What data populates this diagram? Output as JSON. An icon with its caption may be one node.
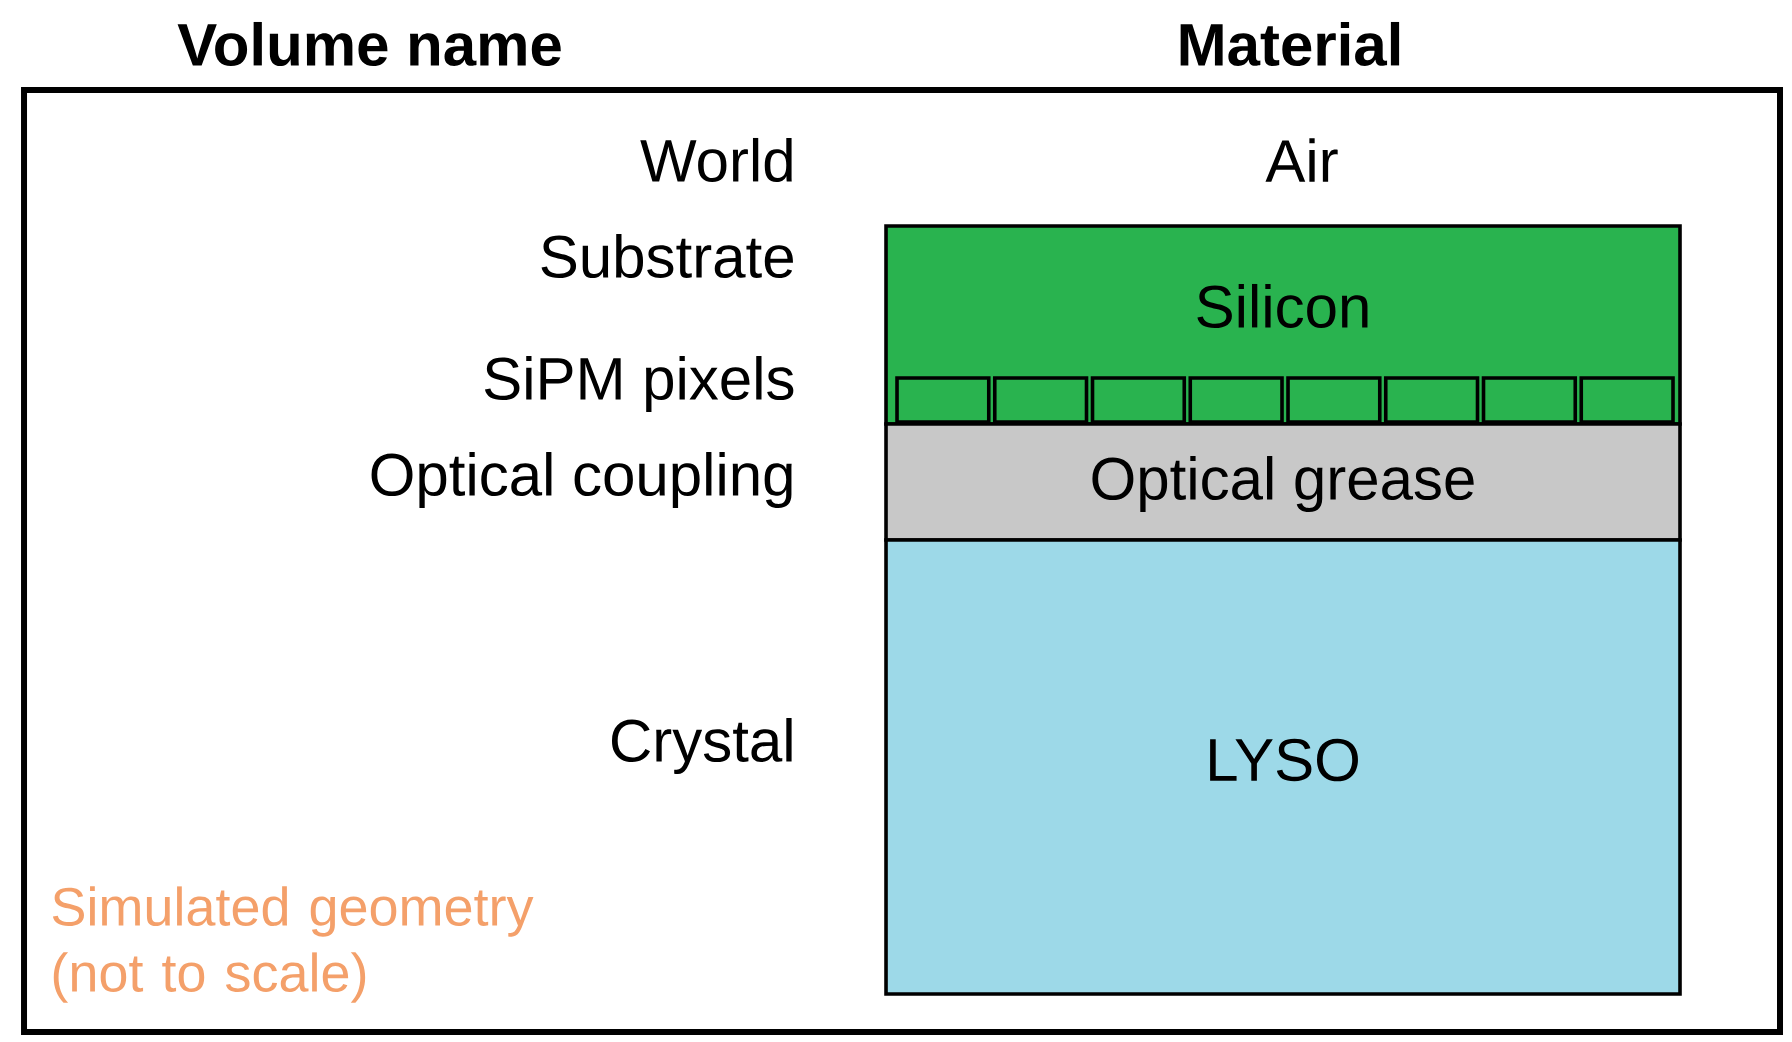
{
  "diagram": {
    "nodes": [
      {
        "text": [
          "Air"
        ]
      },
      {
        "text": [
          "Silicon"
        ],
        "in": 0
      },
      {
        "text": [],
        "shape": "box",
        "in": 1
      },
      {
        "text": [],
        "shape": "box",
        "in": 1
      },
      {
        "text": [],
        "shape": "box",
        "in": 1
      },
      {
        "text": [],
        "shape": "box",
        "in": 1
      },
      {
        "text": [],
        "shape": "box",
        "in": 1
      },
      {
        "text": [],
        "shape": "box",
        "in": 1
      },
      {
        "text": [],
        "shape": "box",
        "in": 1
      },
      {
        "text": [],
        "shape": "box",
        "in": 1
      },
      {
        "text": [
          "Optical grease"
        ],
        "in": 0
      },
      {
        "text": [
          "LYSO"
        ],
        "in": 0
      }
    ],
    "edges": [],
    "labels": [
      "Volume name",
      "Material",
      "World",
      "Substrate",
      "SiPM pixels",
      "Optical coupling",
      "Crystal",
      "Simulated geometry (not to scale)"
    ]
  }
}
